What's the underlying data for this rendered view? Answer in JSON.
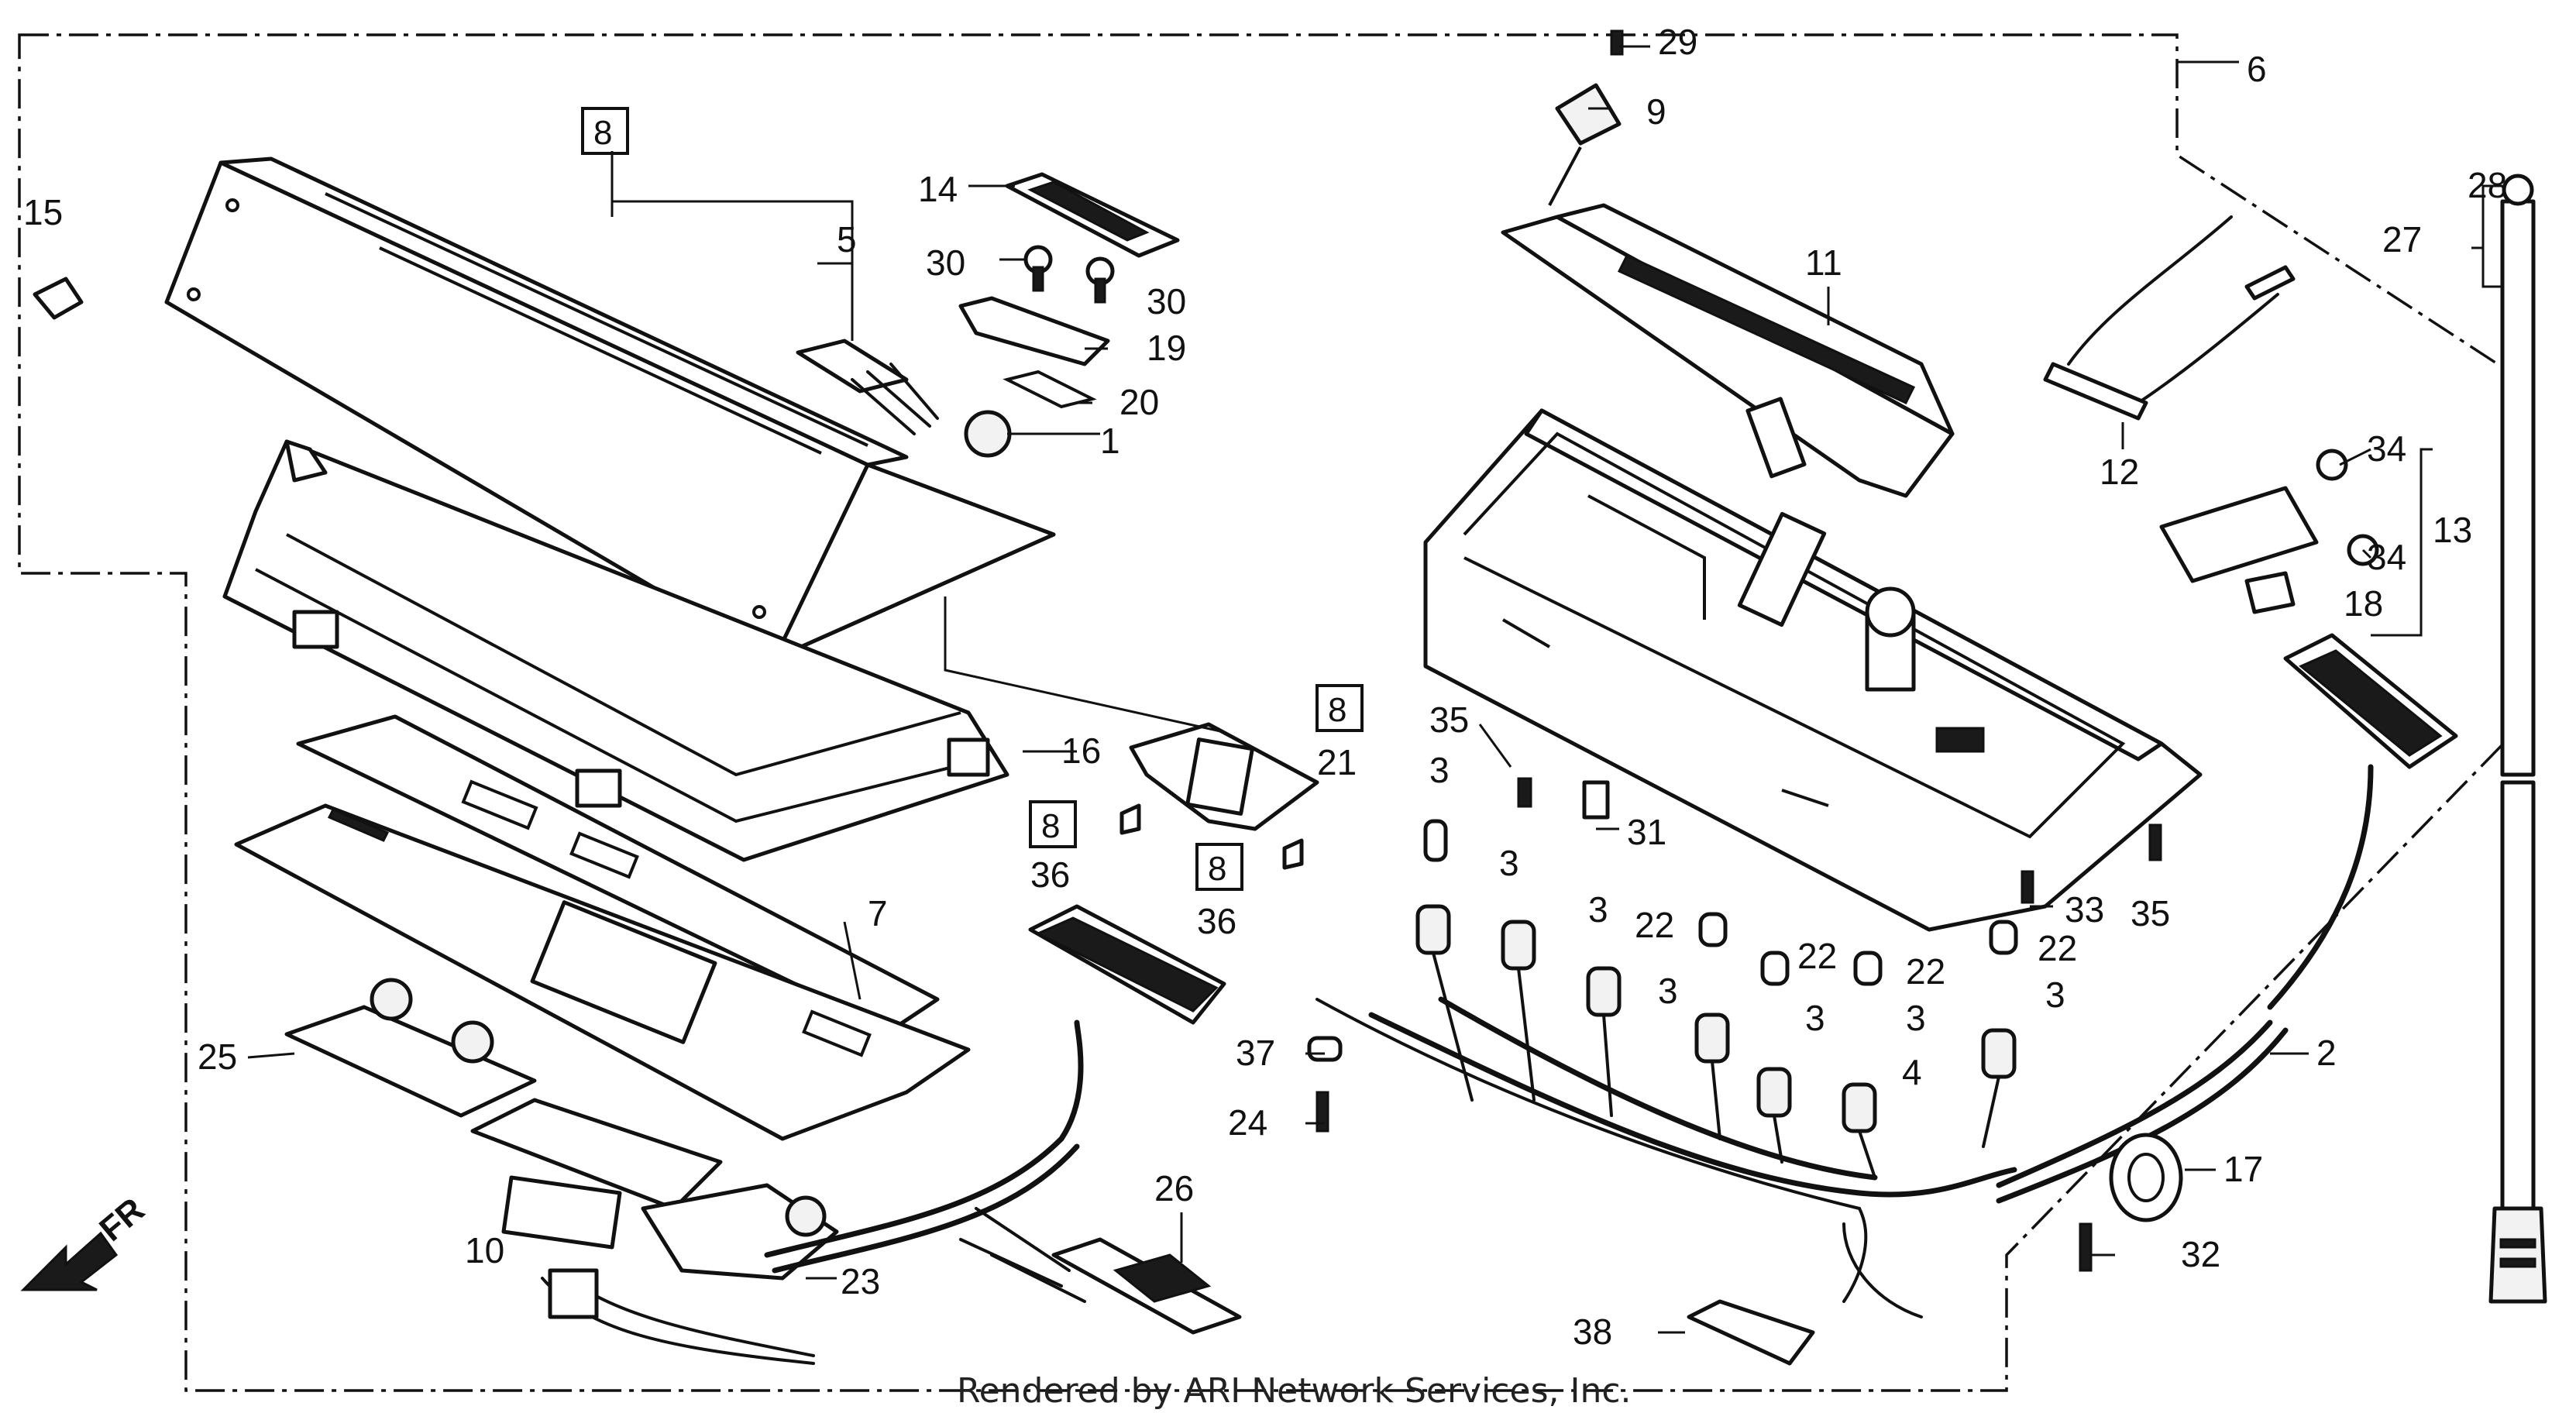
{
  "diagram": {
    "credit": "Rendered by ARI Network Services, Inc.",
    "direction_label": "FR",
    "callouts": {
      "c1": "1",
      "c2": "2",
      "c3a": "3",
      "c3b": "3",
      "c3c": "3",
      "c3d": "3",
      "c3e": "3",
      "c3f": "3",
      "c3g": "3",
      "c4": "4",
      "c5": "5",
      "c6": "6",
      "c7": "7",
      "c8_top": "8",
      "c8_mid": "8",
      "c8_left": "8",
      "c8_right": "8",
      "c9": "9",
      "c10": "10",
      "c11": "11",
      "c12": "12",
      "c13": "13",
      "c14": "14",
      "c15": "15",
      "c16": "16",
      "c17": "17",
      "c18": "18",
      "c19": "19",
      "c20": "20",
      "c21": "21",
      "c22a": "22",
      "c22b": "22",
      "c22c": "22",
      "c22d": "22",
      "c23": "23",
      "c24": "24",
      "c25": "25",
      "c26": "26",
      "c27": "27",
      "c28": "28",
      "c29": "29",
      "c30a": "30",
      "c30b": "30",
      "c31": "31",
      "c32": "32",
      "c33": "33",
      "c34a": "34",
      "c34b": "34",
      "c35a": "35",
      "c35b": "35",
      "c36a": "36",
      "c36b": "36",
      "c37": "37",
      "c38": "38"
    }
  }
}
